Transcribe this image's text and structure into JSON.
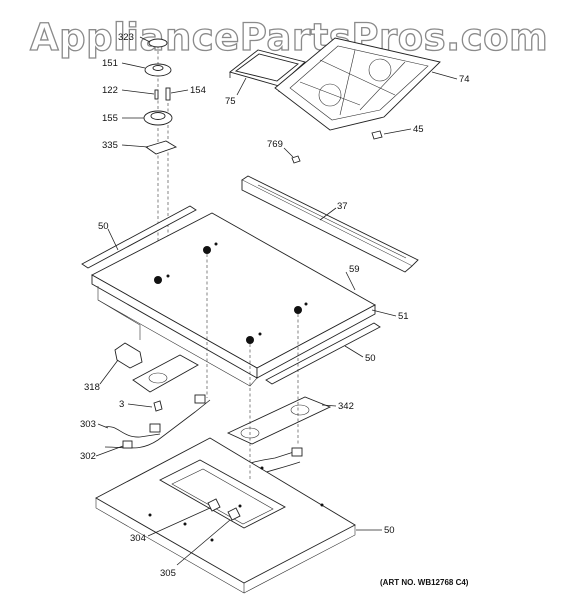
{
  "watermark": "AppliancePartsPros.com",
  "art_number": "(ART NO. WB12768 C4)",
  "callouts": [
    {
      "id": "c323",
      "text": "323"
    },
    {
      "id": "c151",
      "text": "151"
    },
    {
      "id": "c122",
      "text": "122"
    },
    {
      "id": "c154",
      "text": "154"
    },
    {
      "id": "c155",
      "text": "155"
    },
    {
      "id": "c335",
      "text": "335"
    },
    {
      "id": "c75",
      "text": "75"
    },
    {
      "id": "c74",
      "text": "74"
    },
    {
      "id": "c45",
      "text": "45"
    },
    {
      "id": "c769",
      "text": "769"
    },
    {
      "id": "c37",
      "text": "37"
    },
    {
      "id": "c50a",
      "text": "50"
    },
    {
      "id": "c59",
      "text": "59"
    },
    {
      "id": "c51",
      "text": "51"
    },
    {
      "id": "c50b",
      "text": "50"
    },
    {
      "id": "c318",
      "text": "318"
    },
    {
      "id": "c3",
      "text": "3"
    },
    {
      "id": "c342",
      "text": "342"
    },
    {
      "id": "c303",
      "text": "303"
    },
    {
      "id": "c302",
      "text": "302"
    },
    {
      "id": "c304",
      "text": "304"
    },
    {
      "id": "c305",
      "text": "305"
    },
    {
      "id": "c50c",
      "text": "50"
    }
  ]
}
